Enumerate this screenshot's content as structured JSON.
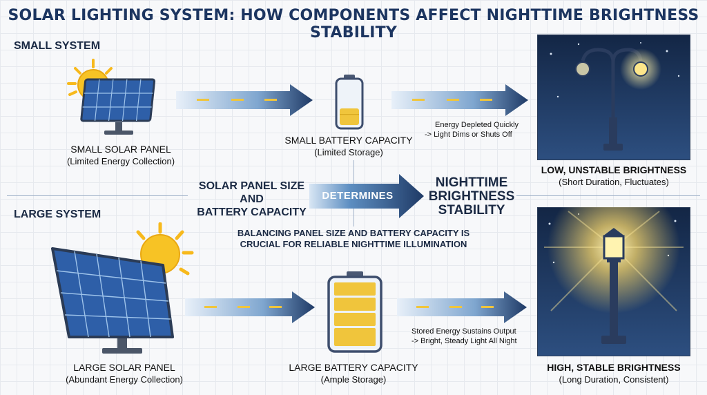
{
  "title": "SOLAR LIGHTING SYSTEM: HOW COMPONENTS AFFECT NIGHTTIME BRIGHTNESS STABILITY",
  "small_system": {
    "label": "SMALL SYSTEM",
    "panel": {
      "title": "SMALL SOLAR PANEL",
      "subtitle": "(Limited Energy Collection)"
    },
    "battery": {
      "title": "SMALL BATTERY CAPACITY",
      "subtitle": "(Limited Storage)",
      "charge_fraction": 0.35
    },
    "note_lines": [
      "Energy Depleted Quickly",
      "-> Light Dims or Shuts Off"
    ],
    "outcome": {
      "title": "LOW, UNSTABLE BRIGHTNESS",
      "subtitle": "(Short Duration, Fluctuates)"
    }
  },
  "large_system": {
    "label": "LARGE SYSTEM",
    "panel": {
      "title": "LARGE SOLAR PANEL",
      "subtitle": "(Abundant Energy Collection)"
    },
    "battery": {
      "title": "LARGE BATTERY CAPACITY",
      "subtitle": "(Ample Storage)",
      "charge_fraction": 1.0
    },
    "note_lines": [
      "Stored Energy Sustains Output",
      "-> Bright, Steady Light All Night"
    ],
    "outcome": {
      "title": "HIGH, STABLE BRIGHTNESS",
      "subtitle": "(Long Duration, Consistent)"
    }
  },
  "center": {
    "left_lines": [
      "SOLAR PANEL SIZE",
      "AND",
      "BATTERY CAPACITY"
    ],
    "arrow_label": "DETERMINES",
    "right_lines": [
      "NIGHTTIME",
      "BRIGHTNESS",
      "STABILITY"
    ],
    "note_lines": [
      "BALANCING PANEL SIZE AND BATTERY CAPACITY IS",
      "CRUCIAL FOR RELIABLE NIGHTTIME ILLUMINATION"
    ]
  },
  "colors": {
    "navy": "#1c3560",
    "arrow_light": "#a9c8e6",
    "arrow_dark": "#1f3a66",
    "battery_fill": "#f0c53c",
    "sun": "#f7c325",
    "panel": "#2e5fa8",
    "night_sky": "#1a2f52"
  }
}
